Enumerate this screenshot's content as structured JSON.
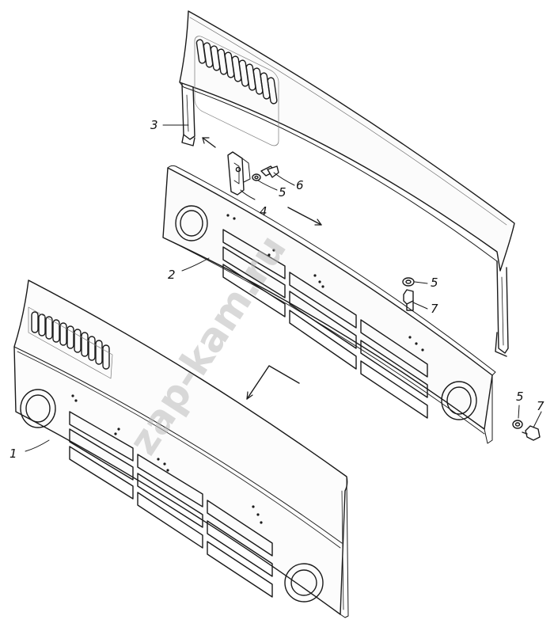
{
  "diagram": {
    "callouts": [
      {
        "id": "part-1",
        "label": "1"
      },
      {
        "id": "part-2",
        "label": "2"
      },
      {
        "id": "part-3",
        "label": "3"
      },
      {
        "id": "part-4",
        "label": "4"
      },
      {
        "id": "part-5a",
        "label": "5"
      },
      {
        "id": "part-6",
        "label": "6"
      },
      {
        "id": "part-5b",
        "label": "5"
      },
      {
        "id": "part-7a",
        "label": "7"
      },
      {
        "id": "part-5c",
        "label": "5"
      },
      {
        "id": "part-7b",
        "label": "7"
      }
    ],
    "watermark": "zap-kam.ru"
  }
}
